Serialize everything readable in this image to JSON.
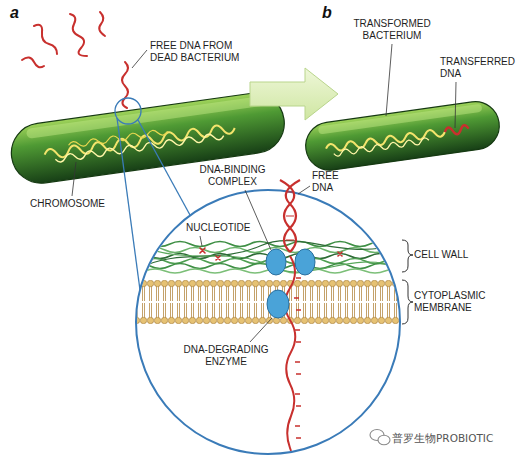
{
  "diagram": {
    "labels": [
      "a",
      "FREE DNA FROM DEAD BACTERIUM",
      "b",
      "TRANSFORMED BACTERIUM",
      "TRANSFERRED DNA",
      "CHROMOSOME",
      "DNA-BINDING COMPLEX",
      "FREE DNA",
      "NUCLEOTIDE",
      "CELL WALL",
      "CYTOPLASMIC MEMBRANE",
      "DNA-DEGRADING ENZYME",
      "普罗生物PROBIOTIC"
    ]
  }
}
